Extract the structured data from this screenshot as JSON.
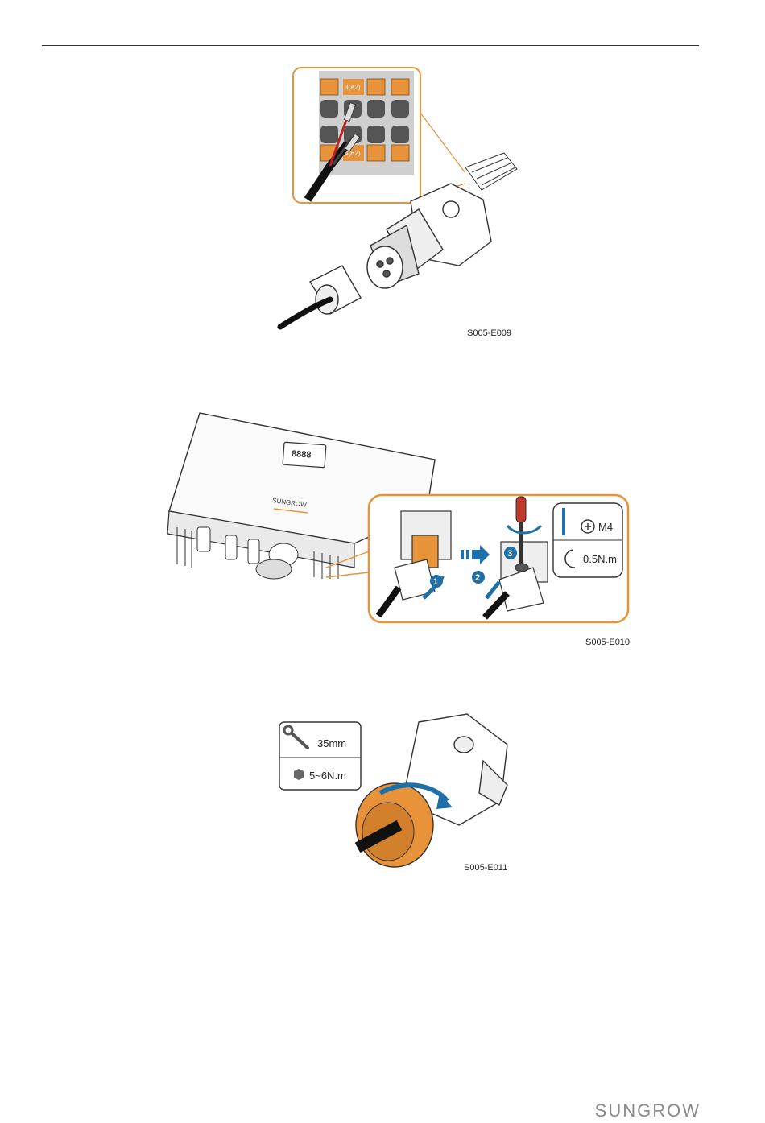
{
  "figures": [
    {
      "code": "S005-E009",
      "terminal_labels": [
        "3(A2)",
        "4(B2)"
      ]
    },
    {
      "code": "S005-E010",
      "logo_text": "SUNGROW",
      "display_text": "8888",
      "steps": [
        "1",
        "2",
        "3"
      ],
      "screw_size": "M4",
      "torque": "0.5N.m"
    },
    {
      "code": "S005-E011",
      "wrench_size": "35mm",
      "torque": "5~6N.m"
    }
  ],
  "footer": {
    "brand": "SUNGROW"
  },
  "colors": {
    "accent": "#E8933A",
    "blue": "#1F6FA8",
    "outline": "#333333"
  }
}
